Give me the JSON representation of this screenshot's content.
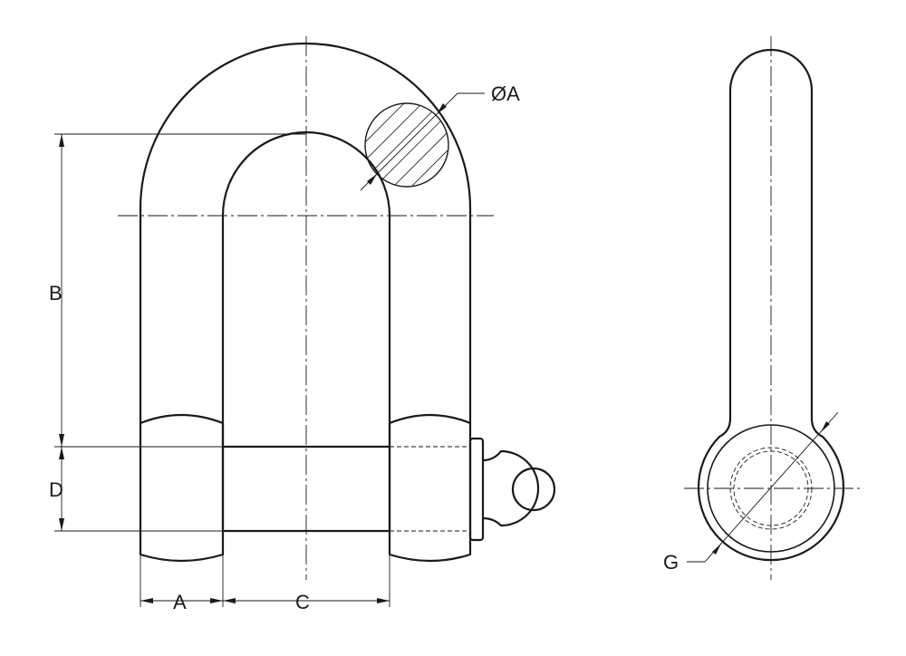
{
  "labels": {
    "a": "A",
    "b": "B",
    "c": "C",
    "d": "D",
    "g": "G",
    "dia_a": "ØA"
  },
  "colors": {
    "line": "#1a1a1a",
    "background": "#ffffff"
  }
}
